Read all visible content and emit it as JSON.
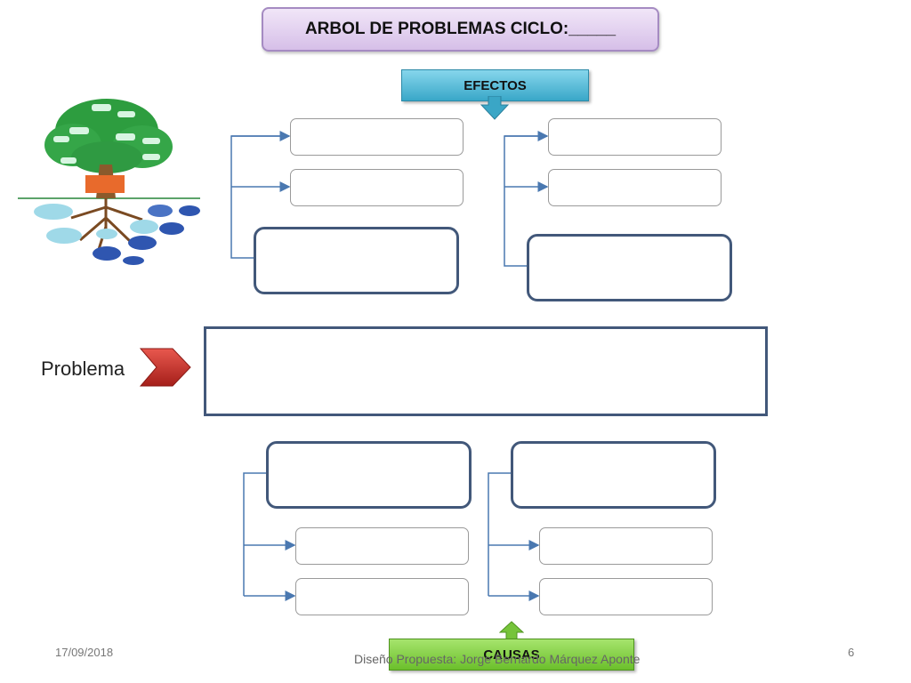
{
  "title": "ARBOL DE PROBLEMAS CICLO:_____",
  "efectos_label": "EFECTOS",
  "causas_label": "CAUSAS",
  "problema_label": "Problema",
  "footer": {
    "date": "17/09/2018",
    "credit": "Diseño Propuesta: Jorge Bernardo Márquez Aponte",
    "page": "6"
  },
  "colors": {
    "title_bg": "#e3d2f0",
    "efectos_bg": "#4fb8d6",
    "causas_bg": "#80cc3e",
    "box_border": "#42587a",
    "connector": "#4a78b0",
    "arrow_red": "#c0302a"
  }
}
